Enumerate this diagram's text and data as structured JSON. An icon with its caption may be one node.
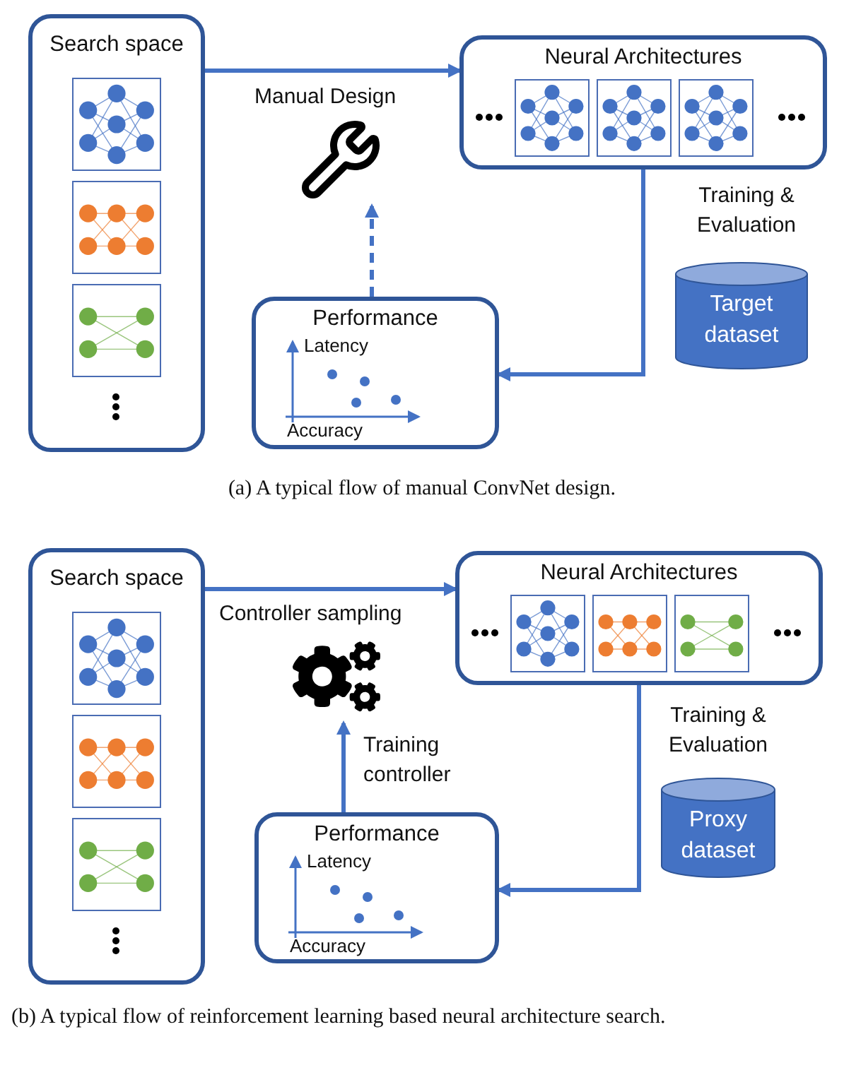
{
  "diagram": {
    "nodes": [
      {
        "text": [
          "Search space"
        ]
      },
      {
        "text": [
          "Neural Architectures"
        ]
      },
      {
        "text": [],
        "shape": "picture"
      },
      {
        "text": [
          "Performance",
          "Latency",
          "Accuracy"
        ]
      },
      {
        "text": [
          "Target dataset"
        ]
      },
      {
        "text": [
          "Search space"
        ]
      },
      {
        "text": [
          "Neural Architectures"
        ]
      },
      {
        "text": [],
        "shape": "picture"
      },
      {
        "text": [
          "Performance",
          "Latency",
          "Accuracy"
        ]
      },
      {
        "text": [
          "Proxy dataset"
        ]
      }
    ],
    "edges": [
      {
        "from": 0,
        "to": 1,
        "arrow": "to",
        "label": "Manual Design"
      },
      {
        "from": 1,
        "to": 3,
        "arrow": "to",
        "label": "Training & Evaluation"
      },
      {
        "from": 3,
        "to": 2,
        "arrow": "to",
        "style": "dashed"
      },
      {
        "from": 5,
        "to": 6,
        "arrow": "to",
        "label": "Controller sampling"
      },
      {
        "from": 6,
        "to": 8,
        "arrow": "to",
        "label": "Training & Evaluation"
      },
      {
        "from": 8,
        "to": 7,
        "arrow": "to",
        "label": "Training controller"
      }
    ],
    "labels": [
      "(a)  A typical flow of manual ConvNet design.",
      "(b)  A typical flow of reinforcement learning based neural architecture search."
    ]
  }
}
